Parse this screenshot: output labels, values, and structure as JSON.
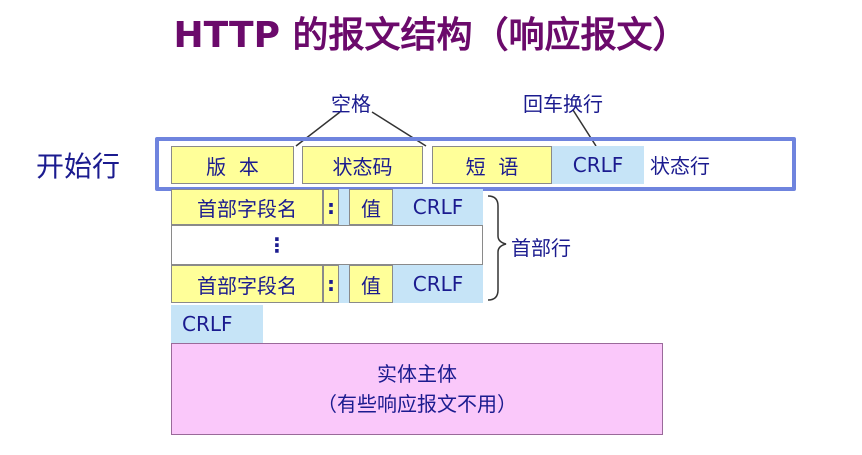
{
  "title": "HTTP 的报文结构（响应报文）",
  "labels": {
    "space": "空格",
    "crlf_label": "回车换行",
    "start_line": "开始行",
    "status_line": "状态行",
    "header_lines": "首部行"
  },
  "status_line_fields": {
    "version": "版  本",
    "status_code": "状态码",
    "phrase": "短  语",
    "crlf": "CRLF"
  },
  "header_rows": [
    {
      "field_name": "首部字段名",
      "colon": ":",
      "value": "值",
      "crlf": "CRLF"
    },
    {
      "ellipsis": "⋮"
    },
    {
      "field_name": "首部字段名",
      "colon": ":",
      "value": "值",
      "crlf": "CRLF"
    }
  ],
  "blank_line_crlf": "CRLF",
  "body": {
    "line1": "实体主体",
    "line2": "（有些响应报文不用）"
  },
  "colors": {
    "title": "#6b0a6b",
    "text": "#1b1b8f",
    "field_yellow": "#ffff99",
    "crlf_blue": "#c6e4f7",
    "body_pink": "#fac8fa",
    "frame_blue": "#6f84de"
  }
}
